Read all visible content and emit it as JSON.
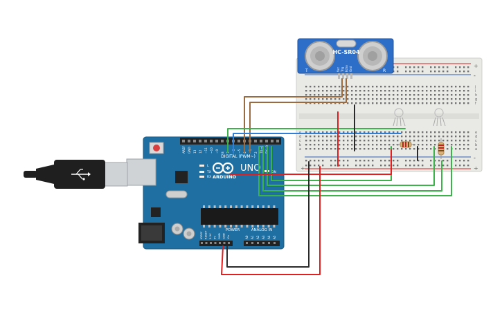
{
  "colors": {
    "board": "#1f6fa3",
    "board_edge": "#185a86",
    "breadboard": "#e9e9e6",
    "red_wire": "#e02020",
    "black_wire": "#2a2a2a",
    "brown_wire": "#9b6a3e",
    "green_wire": "#3bb34a",
    "blue_wire": "#2f7fd6",
    "sensor": "#2d6ec9"
  },
  "arduino": {
    "logo_text": "ARDUINO",
    "model": "UNO",
    "header_digital": "DIGITAL (PWM~)",
    "header_power": "POWER",
    "header_analog": "ANALOG IN",
    "aref": "AREF",
    "gnd": "GND",
    "pin_labels_top": [
      "13",
      "12",
      "~11",
      "~10",
      "~9",
      "8",
      "7",
      "~6",
      "~5",
      "4",
      "~3",
      "2",
      "TX→1",
      "RX←0"
    ],
    "pin_labels_power": [
      "IOREF",
      "RESET",
      "3.3V",
      "5V",
      "GND",
      "GND",
      "Vin"
    ],
    "pin_labels_analog": [
      "A0",
      "A1",
      "A2",
      "A3",
      "A4",
      "A5"
    ],
    "tx_label": "TX",
    "rx_label": "RX",
    "l_label": "L",
    "on_label": "ON"
  },
  "sensor": {
    "name": "HC-SR04",
    "pins": [
      "Vcc",
      "Trig",
      "Echo",
      "Gnd"
    ],
    "left_mark": "T",
    "right_mark": "R"
  },
  "breadboard": {
    "row_letters_top": [
      "j",
      "i",
      "h",
      "g",
      "f"
    ],
    "row_letters_bottom": [
      "e",
      "d",
      "c",
      "b",
      "a"
    ],
    "plus": "+",
    "minus": "-"
  }
}
